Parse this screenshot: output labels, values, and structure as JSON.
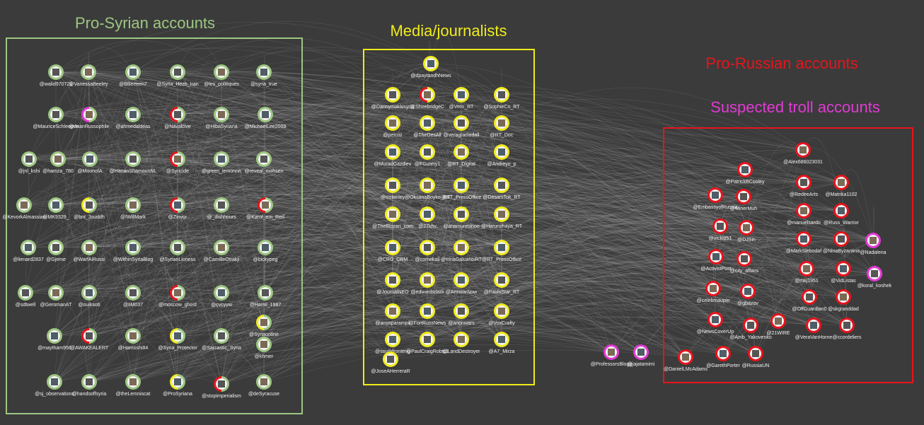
{
  "colors": {
    "background": "#3b3b3b",
    "edges": "#e8e8e8",
    "pro_syrian": "#9dc781",
    "media": "#f0ec1c",
    "pro_russian": "#e8141c",
    "troll": "#e23ad4",
    "node_fill": "#f2f2f2"
  },
  "groups": {
    "pro_syrian": "Pro-Syrian accounts",
    "media": "Media/journalists",
    "pro_russian": "Pro-Russian accounts",
    "troll": "Suspected troll accounts"
  },
  "nodes": [
    {
      "label": "@walid970721",
      "group": "pro_syrian",
      "ring": [
        "#9dc781"
      ]
    },
    {
      "label": "@VanessaBeeley",
      "group": "pro_syrian",
      "ring": [
        "#9dc781"
      ]
    },
    {
      "label": "@BBeeeen7",
      "group": "pro_syrian",
      "ring": [
        "#9dc781"
      ]
    },
    {
      "label": "@Syria_Hezb_Iran",
      "group": "pro_syrian",
      "ring": [
        "#9dc781"
      ]
    },
    {
      "label": "@les_politiques",
      "group": "pro_syrian",
      "ring": [
        "#9dc781"
      ]
    },
    {
      "label": "@syria_true",
      "group": "pro_syrian",
      "ring": [
        "#9dc781"
      ]
    },
    {
      "label": "@MauriceSchleepen",
      "group": "pro_syrian",
      "ring": [
        "#9dc781"
      ]
    },
    {
      "label": "@JeanRussophile",
      "group": "pro_syrian",
      "ring": [
        "#9dc781",
        "#e23ad4"
      ]
    },
    {
      "label": "@ahmedaldeas",
      "group": "pro_syrian",
      "ring": [
        "#9dc781"
      ]
    },
    {
      "label": "@Navalcive",
      "group": "pro_syrian",
      "ring": [
        "#9dc781",
        "#e8141c"
      ]
    },
    {
      "label": "@HibaSyriana",
      "group": "pro_syrian",
      "ring": [
        "#9dc781"
      ]
    },
    {
      "label": "@MichaelLee2009",
      "group": "pro_syrian",
      "ring": [
        "#9dc781"
      ]
    },
    {
      "label": "@jnl_kshi",
      "group": "pro_syrian",
      "ring": [
        "#9dc781"
      ]
    },
    {
      "label": "@hamza_780",
      "group": "pro_syrian",
      "ring": [
        "#9dc781"
      ]
    },
    {
      "label": "@MoonofA",
      "group": "pro_syrian",
      "ring": [
        "#9dc781"
      ]
    },
    {
      "label": "@HananShamounNL",
      "group": "pro_syrian",
      "ring": [
        "#9dc781"
      ]
    },
    {
      "label": "@Syricide",
      "group": "pro_syrian",
      "ring": [
        "#9dc781",
        "#e8141c"
      ]
    },
    {
      "label": "@green_lemonnn",
      "group": "pro_syrian",
      "ring": [
        "#9dc781"
      ]
    },
    {
      "label": "@reveal_mohsen",
      "group": "pro_syrian",
      "ring": [
        "#9dc781"
      ]
    },
    {
      "label": "@KevorkAlmassian",
      "group": "pro_syrian",
      "ring": [
        "#9dc781"
      ]
    },
    {
      "label": "@MK9329_",
      "group": "pro_syrian",
      "ring": [
        "#9dc781"
      ]
    },
    {
      "label": "@bnt_Jouddh",
      "group": "pro_syrian",
      "ring": [
        "#9dc781",
        "#f0ec1c"
      ]
    },
    {
      "label": "@IWillMark",
      "group": "pro_syrian",
      "ring": [
        "#9dc781"
      ]
    },
    {
      "label": "@Zinvor",
      "group": "pro_syrian",
      "ring": [
        "#9dc781",
        "#e8141c"
      ]
    },
    {
      "label": "@_dishhours",
      "group": "pro_syrian",
      "ring": [
        "#9dc781"
      ]
    },
    {
      "label": "@Karol_em_Red",
      "group": "pro_syrian",
      "ring": [
        "#9dc781",
        "#e8141c"
      ]
    },
    {
      "label": "@lienard2837",
      "group": "pro_syrian",
      "ring": [
        "#9dc781"
      ]
    },
    {
      "label": "@Gjeme",
      "group": "pro_syrian",
      "ring": [
        "#9dc781"
      ]
    },
    {
      "label": "@WarfAiRussi",
      "group": "pro_syrian",
      "ring": [
        "#9dc781"
      ]
    },
    {
      "label": "@WithinSyriaBlog",
      "group": "pro_syrian",
      "ring": [
        "#9dc781"
      ]
    },
    {
      "label": "@SyrianLioness",
      "group": "pro_syrian",
      "ring": [
        "#9dc781"
      ]
    },
    {
      "label": "@CamilleOtrakji",
      "group": "pro_syrian",
      "ring": [
        "#9dc781"
      ]
    },
    {
      "label": "@bickypeg",
      "group": "pro_syrian",
      "ring": [
        "#9dc781"
      ]
    },
    {
      "label": "@sdtwell",
      "group": "pro_syrian",
      "ring": [
        "#9dc781"
      ]
    },
    {
      "label": "@GeromanAT",
      "group": "pro_syrian",
      "ring": [
        "#9dc781"
      ]
    },
    {
      "label": "@ouikso6",
      "group": "pro_syrian",
      "ring": [
        "#9dc781"
      ]
    },
    {
      "label": "@IiM037",
      "group": "pro_syrian",
      "ring": [
        "#9dc781"
      ]
    },
    {
      "label": "@moscow_ghost",
      "group": "pro_syrian",
      "ring": [
        "#9dc781",
        "#e8141c"
      ]
    },
    {
      "label": "@cvcyyw",
      "group": "pro_syrian",
      "ring": [
        "#9dc781"
      ]
    },
    {
      "label": "@Hamil_1987",
      "group": "pro_syrian",
      "ring": [
        "#9dc781"
      ]
    },
    {
      "label": "@Syriaonline",
      "group": "pro_syrian",
      "ring": [
        "#9dc781",
        "#f0ec1c"
      ]
    },
    {
      "label": "@maytham956",
      "group": "pro_syrian",
      "ring": [
        "#9dc781"
      ]
    },
    {
      "label": "@AWAKEALERT",
      "group": "pro_syrian",
      "ring": [
        "#9dc781",
        "#e8141c"
      ]
    },
    {
      "label": "@Hamoshi84",
      "group": "pro_syrian",
      "ring": [
        "#9dc781"
      ]
    },
    {
      "label": "@Syria_Protector",
      "group": "pro_syrian",
      "ring": [
        "#9dc781",
        "#f0ec1c"
      ]
    },
    {
      "label": "@Sarcastic_Syria",
      "group": "pro_syrian",
      "ring": [
        "#9dc781"
      ]
    },
    {
      "label": "@khmer",
      "group": "pro_syrian",
      "ring": [
        "#9dc781"
      ]
    },
    {
      "label": "@sj_observations",
      "group": "pro_syrian",
      "ring": [
        "#9dc781"
      ]
    },
    {
      "label": "@handsoffsyria",
      "group": "pro_syrian",
      "ring": [
        "#9dc781"
      ]
    },
    {
      "label": "@theLemniscat",
      "group": "pro_syrian",
      "ring": [
        "#9dc781"
      ]
    },
    {
      "label": "@ProSyriana",
      "group": "pro_syrian",
      "ring": [
        "#9dc781",
        "#f0ec1c"
      ]
    },
    {
      "label": "@stopimperialism",
      "group": "pro_syrian",
      "ring": [
        "#9dc781",
        "#e8141c"
      ]
    },
    {
      "label": "@deSyracuse",
      "group": "pro_syrian",
      "ring": [
        "#9dc781"
      ]
    },
    {
      "label": "@dpaytandhNews",
      "group": "media",
      "ring": [
        "#f0ec1c"
      ]
    },
    {
      "label": "@Dannymakkisyria",
      "group": "media",
      "ring": [
        "#f0ec1c"
      ]
    },
    {
      "label": "@ShoebridgeC",
      "group": "media",
      "ring": [
        "#f0ec1c",
        "#e8141c"
      ]
    },
    {
      "label": "@Vero_RT",
      "group": "media",
      "ring": [
        "#f0ec1c"
      ]
    },
    {
      "label": "@SophieCo_RT",
      "group": "media",
      "ring": [
        "#f0ec1c"
      ]
    },
    {
      "label": "@peicoz",
      "group": "media",
      "ring": [
        "#f0ec1c"
      ]
    },
    {
      "label": "@TheDesAll",
      "group": "media",
      "ring": [
        "#f0ec1c"
      ]
    },
    {
      "label": "@veragraciadall",
      "group": "media",
      "ring": [
        "#f0ec1c"
      ]
    },
    {
      "label": "@RT_Doc",
      "group": "media",
      "ring": [
        "#f0ec1c"
      ]
    },
    {
      "label": "@MuradGazdiev",
      "group": "media",
      "ring": [
        "#f0ec1c"
      ]
    },
    {
      "label": "@FGutery1",
      "group": "media",
      "ring": [
        "#f0ec1c"
      ]
    },
    {
      "label": "@RT_Digital",
      "group": "media",
      "ring": [
        "#f0ec1c"
      ]
    },
    {
      "label": "@Andreyo_p",
      "group": "media",
      "ring": [
        "#f0ec1c"
      ]
    },
    {
      "label": "@sistanley",
      "group": "media",
      "ring": [
        "#f0ec1c"
      ]
    },
    {
      "label": "@OksanaBoyko_RT",
      "group": "media",
      "ring": [
        "#f0ec1c"
      ]
    },
    {
      "label": "@RT_PressOffice",
      "group": "media",
      "ring": [
        "#f0ec1c"
      ]
    },
    {
      "label": "@DesarsTok_RT",
      "group": "media",
      "ring": [
        "#f0ec1c"
      ]
    },
    {
      "label": "@TheBlozan_com",
      "group": "media",
      "ring": [
        "#f0ec1c"
      ]
    },
    {
      "label": "@27khv",
      "group": "media",
      "ring": [
        "#f0ec1c"
      ]
    },
    {
      "label": "@ariamuresinoo",
      "group": "media",
      "ring": [
        "#f0ec1c"
      ]
    },
    {
      "label": "@Harunzhaya_RT",
      "group": "media",
      "ring": [
        "#f0ec1c"
      ]
    },
    {
      "label": "@CRG_CRM",
      "group": "media",
      "ring": [
        "#f0ec1c"
      ]
    },
    {
      "label": "@comekali",
      "group": "media",
      "ring": [
        "#f0ec1c"
      ]
    },
    {
      "label": "@IrinaGaluahbiRT",
      "group": "media",
      "ring": [
        "#f0ec1c"
      ]
    },
    {
      "label": "@RT_PressOffice",
      "group": "media",
      "ring": [
        "#f0ec1c"
      ]
    },
    {
      "label": "@JournalNEO",
      "group": "media",
      "ring": [
        "#f0ec1c"
      ]
    },
    {
      "label": "@edwardsdark",
      "group": "media",
      "ring": [
        "#f0ec1c"
      ]
    },
    {
      "label": "@AntiwarNow",
      "group": "media",
      "ring": [
        "#f0ec1c"
      ]
    },
    {
      "label": "@PaulsStar_RT",
      "group": "media",
      "ring": [
        "#f0ec1c"
      ]
    },
    {
      "label": "@anyaparampil",
      "group": "media",
      "ring": [
        "#f0ec1c"
      ]
    },
    {
      "label": "@FortRussNews",
      "group": "media",
      "ring": [
        "#f0ec1c"
      ]
    },
    {
      "label": "@anonwars",
      "group": "media",
      "ring": [
        "#f0ec1c"
      ]
    },
    {
      "label": "@VoxCrafty",
      "group": "media",
      "ring": [
        "#f0ec1c"
      ]
    },
    {
      "label": "@southfronteng",
      "group": "media",
      "ring": [
        "#f0ec1c"
      ]
    },
    {
      "label": "@PaulCraigRobts1",
      "group": "media",
      "ring": [
        "#f0ec1c"
      ]
    },
    {
      "label": "@LandDestroyer",
      "group": "media",
      "ring": [
        "#f0ec1c"
      ]
    },
    {
      "label": "@A7_Mirza",
      "group": "media",
      "ring": [
        "#f0ec1c"
      ]
    },
    {
      "label": "@JoseAHerreraR",
      "group": "media",
      "ring": [
        "#f0ec1c"
      ]
    },
    {
      "label": "@Alex686023031",
      "group": "pro_russian",
      "ring": [
        "#e8141c"
      ]
    },
    {
      "label": "@PatrickBCooley",
      "group": "pro_russian",
      "ring": [
        "#e8141c"
      ]
    },
    {
      "label": "@RedeeArts",
      "group": "pro_russian",
      "ring": [
        "#e8141c"
      ]
    },
    {
      "label": "@Matrika1102",
      "group": "pro_russian",
      "ring": [
        "#e8141c"
      ]
    },
    {
      "label": "@EmbassyofRussia",
      "group": "pro_russian",
      "ring": [
        "#e8141c"
      ]
    },
    {
      "label": "@MinerMuh",
      "group": "pro_russian",
      "ring": [
        "#e8141c"
      ]
    },
    {
      "label": "@manuelsardo",
      "group": "pro_russian",
      "ring": [
        "#e8141c"
      ]
    },
    {
      "label": "@Russ_Warrior",
      "group": "pro_russian",
      "ring": [
        "#e8141c"
      ]
    },
    {
      "label": "@vickip51",
      "group": "pro_russian",
      "ring": [
        "#e8141c"
      ]
    },
    {
      "label": "@DJSin",
      "group": "pro_russian",
      "ring": [
        "#e8141c"
      ]
    },
    {
      "label": "@MarkSlebodaf",
      "group": "pro_russian",
      "ring": [
        "#e8141c"
      ]
    },
    {
      "label": "@NinaByzantina",
      "group": "pro_russian",
      "ring": [
        "#e8141c"
      ]
    },
    {
      "label": "@Nadalena",
      "group": "troll",
      "ring": [
        "#e23ad4"
      ]
    },
    {
      "label": "@ActivistPost",
      "group": "pro_russian",
      "ring": [
        "#e8141c"
      ]
    },
    {
      "label": "@city_affairs",
      "group": "pro_russian",
      "ring": [
        "#e8141c"
      ]
    },
    {
      "label": "@mkj1951",
      "group": "pro_russian",
      "ring": [
        "#e8141c"
      ]
    },
    {
      "label": "@VidListas",
      "group": "pro_russian",
      "ring": [
        "#e8141c"
      ]
    },
    {
      "label": "@koral_koshek",
      "group": "troll",
      "ring": [
        "#e23ad4"
      ]
    },
    {
      "label": "@celebmaupin",
      "group": "pro_russian",
      "ring": [
        "#e8141c"
      ]
    },
    {
      "label": "@gbazov",
      "group": "pro_russian",
      "ring": [
        "#e8141c"
      ]
    },
    {
      "label": "@OffGuardian0",
      "group": "pro_russian",
      "ring": [
        "#e8141c"
      ]
    },
    {
      "label": "@skgranddad",
      "group": "pro_russian",
      "ring": [
        "#e8141c"
      ]
    },
    {
      "label": "@NewsCoverUp",
      "group": "pro_russian",
      "ring": [
        "#e8141c"
      ]
    },
    {
      "label": "@Amb_Yakovenko",
      "group": "pro_russian",
      "ring": [
        "#e8141c"
      ]
    },
    {
      "label": "@21WIRE",
      "group": "pro_russian",
      "ring": [
        "#e8141c"
      ]
    },
    {
      "label": "@VeraVanHorne",
      "group": "pro_russian",
      "ring": [
        "#e8141c"
      ]
    },
    {
      "label": "@ccordeliers",
      "group": "pro_russian",
      "ring": [
        "#e8141c"
      ]
    },
    {
      "label": "@DanielLMcAdams",
      "group": "pro_russian",
      "ring": [
        "#e8141c"
      ]
    },
    {
      "label": "@GarethPorter",
      "group": "pro_russian",
      "ring": [
        "#e8141c"
      ]
    },
    {
      "label": "@RussiaUN",
      "group": "pro_russian",
      "ring": [
        "#e8141c"
      ]
    },
    {
      "label": "@ProfessorsBlogg",
      "group": "other",
      "ring": [
        "#e23ad4"
      ]
    },
    {
      "label": "@jajatamimi",
      "group": "other",
      "ring": [
        "#e23ad4"
      ]
    }
  ]
}
